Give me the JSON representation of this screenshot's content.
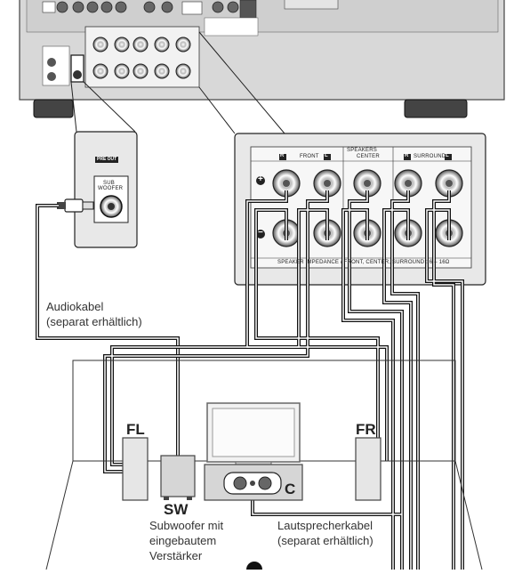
{
  "receiver_panel": {
    "label_pre_out": "PRE OUT",
    "label_sub": "SUB",
    "label_woofer": "WOOFER"
  },
  "speaker_terminals": {
    "header": "SPEAKERS",
    "badge_r": "R",
    "badge_l": "L",
    "front": "FRONT",
    "center": "CENTER",
    "surround": "SURROUND",
    "plus": "+",
    "minus": "−",
    "impedance_note": "SPEAKER IMPEDANCE / FRONT, CENTER, SURROUND : 6 – 16Ω"
  },
  "captions": {
    "audio_cable_line1": "Audiokabel",
    "audio_cable_line2": "(separat erhältlich)",
    "speaker_cable_line1": "Lautsprecherkabel",
    "speaker_cable_line2": "(separat erhältlich)",
    "subwoofer_line1": "Subwoofer mit",
    "subwoofer_line2": "eingebautem",
    "subwoofer_line3": "Verstärker"
  },
  "speaker_labels": {
    "front_left": "FL",
    "front_right": "FR",
    "subwoofer": "SW",
    "center": "C"
  }
}
